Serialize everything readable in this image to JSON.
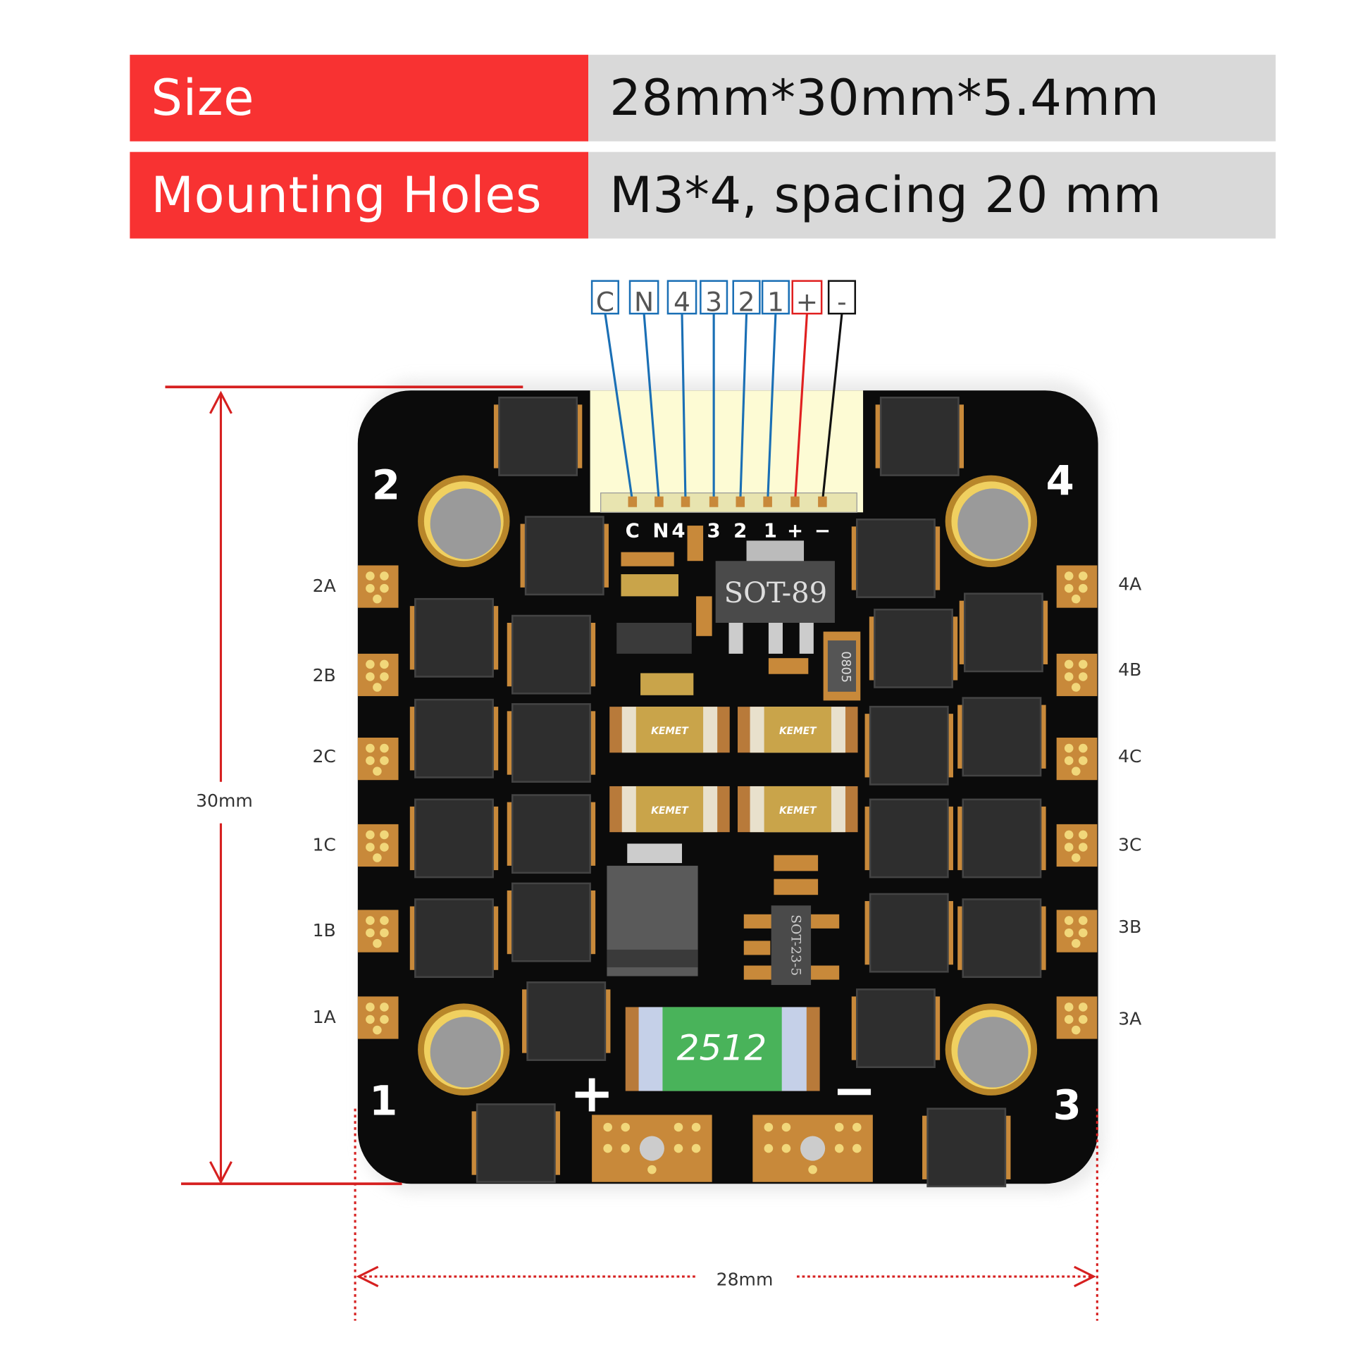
{
  "spec_table": [
    {
      "label": "Size",
      "value": "28mm*30mm*5.4mm"
    },
    {
      "label": "Mounting Holes",
      "value": "M3*4, spacing 20 mm"
    }
  ],
  "connector_labels": [
    "C",
    "N",
    "4",
    "3",
    "2",
    "1",
    "+",
    "-"
  ],
  "silkscreen_pins": [
    "C",
    "N",
    "4",
    "3",
    "2",
    "1",
    "+",
    "−"
  ],
  "left_pads": [
    "2A",
    "2B",
    "2C",
    "1C",
    "1B",
    "1A"
  ],
  "right_pads": [
    "4A",
    "4B",
    "4C",
    "3C",
    "3B",
    "3A"
  ],
  "corner_numbers": {
    "top_left": "2",
    "top_right": "4",
    "bottom_left": "1",
    "bottom_right": "3"
  },
  "components": {
    "regulator": "SOT-89",
    "shunt": "2512",
    "small_ic": "SOT-23-5",
    "resistor": "0805",
    "capacitor_brand": "KEMET",
    "plus": "+",
    "minus": "−"
  },
  "dimensions": {
    "height": "30mm",
    "width": "28mm"
  },
  "colors": {
    "accent": "#f83232",
    "wire_signal": "#1a6fb5",
    "wire_positive": "#e02020",
    "wire_negative": "#111111",
    "pcb": "#0b0b0b",
    "pad": "#c8893a"
  }
}
